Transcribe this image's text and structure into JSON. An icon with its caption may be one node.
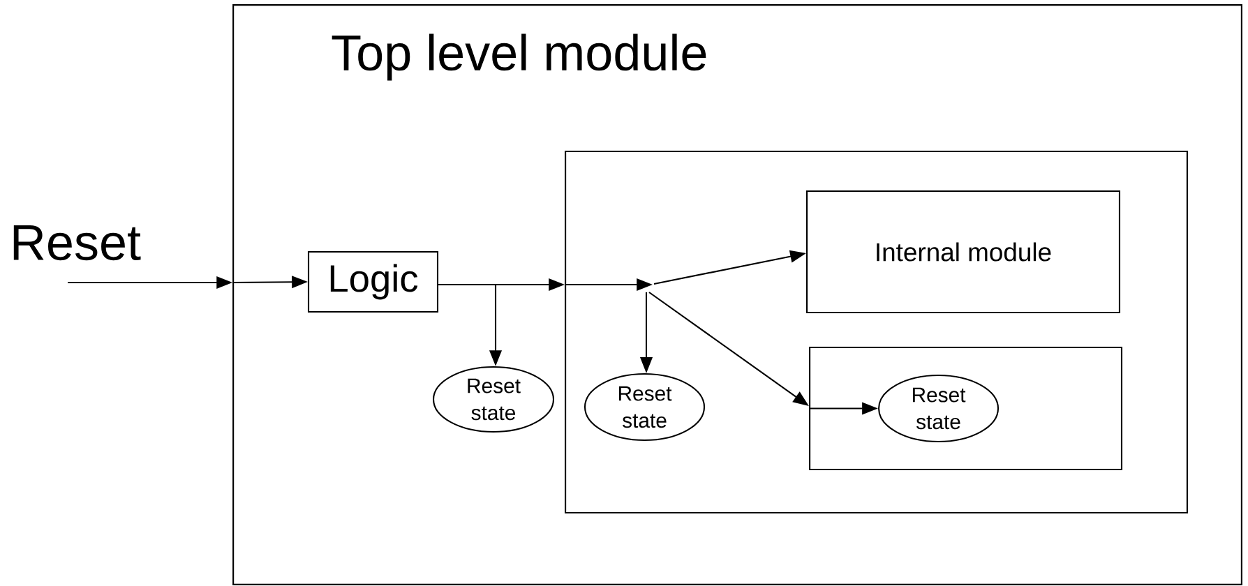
{
  "diagram": {
    "nodes": [
      {
        "text": [
          "Top level module"
        ]
      },
      {
        "text": [
          "Reset"
        ]
      },
      {
        "text": [
          "Logic"
        ],
        "in": 0
      },
      {
        "text": [
          "Reset state"
        ],
        "in": 0
      },
      {
        "text": [],
        "shape": "box",
        "in": 0
      },
      {
        "text": [
          "Reset state"
        ],
        "in": 4
      },
      {
        "text": [
          "Internal module"
        ],
        "in": 4
      },
      {
        "text": [],
        "shape": "box",
        "in": 4
      },
      {
        "text": [
          "Reset state"
        ],
        "in": 7
      }
    ],
    "edges": [
      {
        "from": 1,
        "to": 0,
        "arrow": "to"
      },
      {
        "from": null,
        "to": 2,
        "arrow": "to"
      },
      {
        "from": 2,
        "to": 4,
        "arrow": "to"
      },
      {
        "from": 2,
        "to": 3,
        "arrow": "to"
      },
      {
        "from": 4,
        "to": null,
        "arrow": "to"
      },
      {
        "from": null,
        "to": 6,
        "arrow": "to"
      },
      {
        "from": null,
        "to": 5,
        "arrow": "to"
      },
      {
        "from": null,
        "to": 7,
        "arrow": "to"
      },
      {
        "from": 7,
        "to": 8,
        "arrow": "to"
      }
    ]
  }
}
